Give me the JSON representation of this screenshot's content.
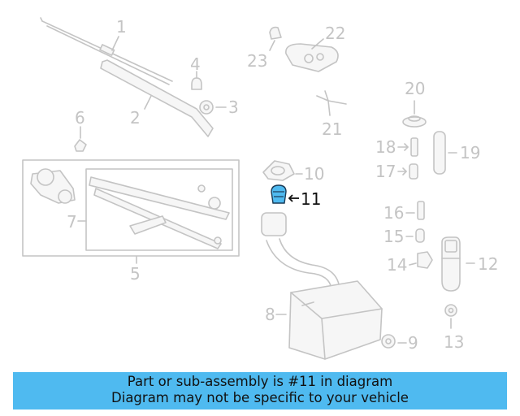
{
  "diagram": {
    "callouts": [
      "1",
      "2",
      "3",
      "4",
      "5",
      "6",
      "7",
      "8",
      "9",
      "10",
      "11",
      "12",
      "13",
      "14",
      "15",
      "16",
      "17",
      "18",
      "19",
      "20",
      "21",
      "22",
      "23"
    ],
    "highlighted_part": "11",
    "highlight_color": "#4fbaf0",
    "part_line_color": "#c4c4c4"
  },
  "caption": {
    "line1": "Part or sub-assembly is #11 in diagram",
    "line2": "Diagram may not be specific to your vehicle",
    "background": "#4fbaf0"
  }
}
